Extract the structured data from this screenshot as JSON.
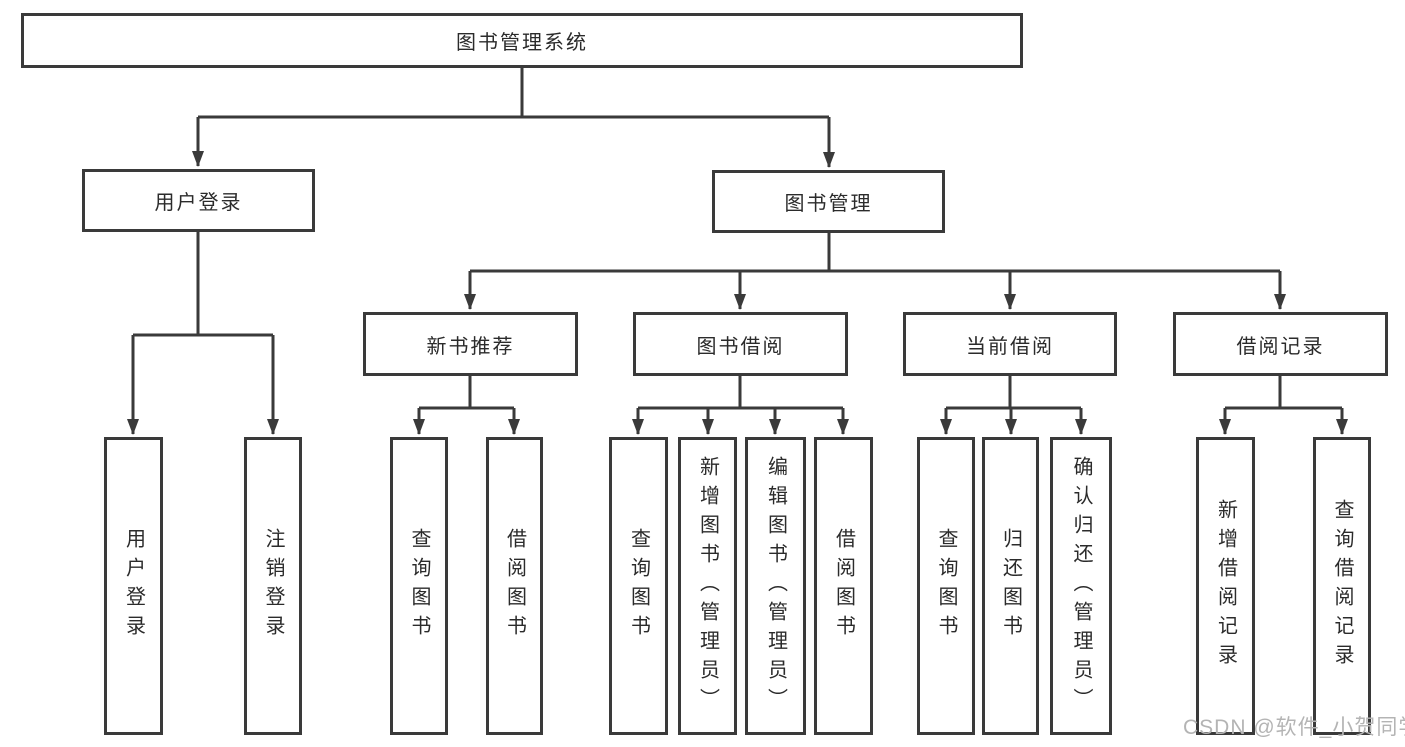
{
  "diagram": {
    "tree": {
      "label": "图书管理系统",
      "children": [
        {
          "label": "用户登录",
          "children": [
            {
              "label": "用户登录"
            },
            {
              "label": "注销登录"
            }
          ]
        },
        {
          "label": "图书管理",
          "children": [
            {
              "label": "新书推荐",
              "children": [
                {
                  "label": "查询图书"
                },
                {
                  "label": "借阅图书"
                }
              ]
            },
            {
              "label": "图书借阅",
              "children": [
                {
                  "label": "查询图书"
                },
                {
                  "label": "新增图书（管理员）"
                },
                {
                  "label": "编辑图书（管理员）"
                },
                {
                  "label": "借阅图书"
                }
              ]
            },
            {
              "label": "当前借阅",
              "children": [
                {
                  "label": "查询图书"
                },
                {
                  "label": "归还图书"
                },
                {
                  "label": "确认归还（管理员）"
                }
              ]
            },
            {
              "label": "借阅记录",
              "children": [
                {
                  "label": "新增借阅记录"
                },
                {
                  "label": "查询借阅记录"
                }
              ]
            }
          ]
        }
      ]
    },
    "colors": {
      "line": "#3a3a3a",
      "text": "#2b2b2b",
      "background": "#ffffff",
      "watermark": "#b4b4b4"
    }
  },
  "watermark": {
    "text": "CSDN @软件_小贺同学"
  }
}
